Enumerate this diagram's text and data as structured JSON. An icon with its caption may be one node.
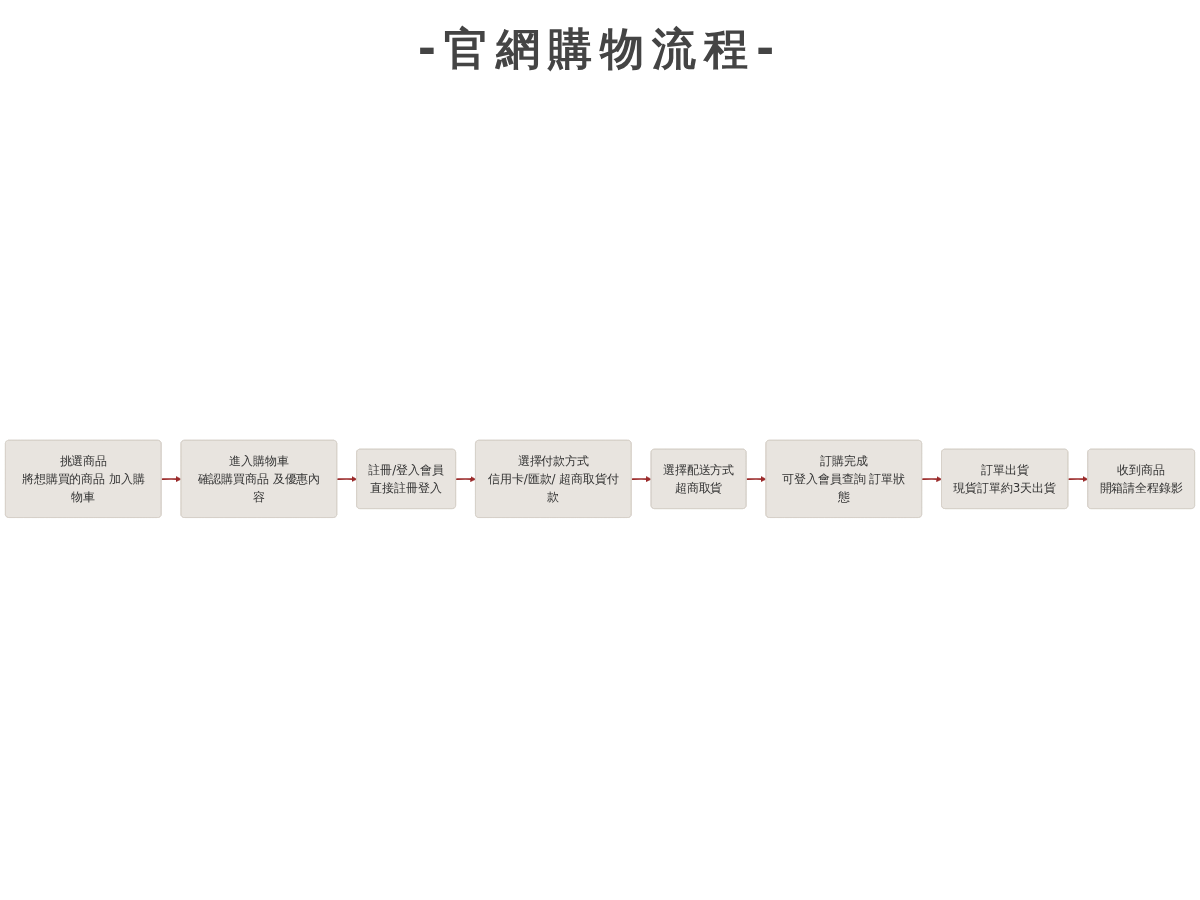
{
  "diagram": {
    "title": "-官網購物流程-",
    "nodes": [
      {
        "text": [
          "挑選商品",
          "將想購買的商品 加入購物車"
        ]
      },
      {
        "text": [
          "進入購物車",
          "確認購買商品 及優惠內容"
        ]
      },
      {
        "text": [
          "註冊/登入會員",
          "直接註冊登入"
        ]
      },
      {
        "text": [
          "選擇付款方式",
          "信用卡/匯款/ 超商取貨付款"
        ]
      },
      {
        "text": [
          "選擇配送方式",
          "超商取貨"
        ]
      },
      {
        "text": [
          "訂購完成",
          "可登入會員查詢 訂單狀態"
        ]
      },
      {
        "text": [
          "訂單出貨",
          "現貨訂單約3天出貨"
        ]
      },
      {
        "text": [
          "收到商品",
          "開箱請全程錄影"
        ]
      }
    ],
    "edges": [
      {
        "from": 0,
        "to": 1,
        "arrow": "to"
      },
      {
        "from": 1,
        "to": 2,
        "arrow": "to"
      },
      {
        "from": 2,
        "to": 3,
        "arrow": "to"
      },
      {
        "from": 3,
        "to": 4,
        "arrow": "to"
      },
      {
        "from": 4,
        "to": 5,
        "arrow": "to"
      },
      {
        "from": 5,
        "to": 6,
        "arrow": "to"
      },
      {
        "from": 6,
        "to": 7,
        "arrow": "to"
      }
    ]
  }
}
